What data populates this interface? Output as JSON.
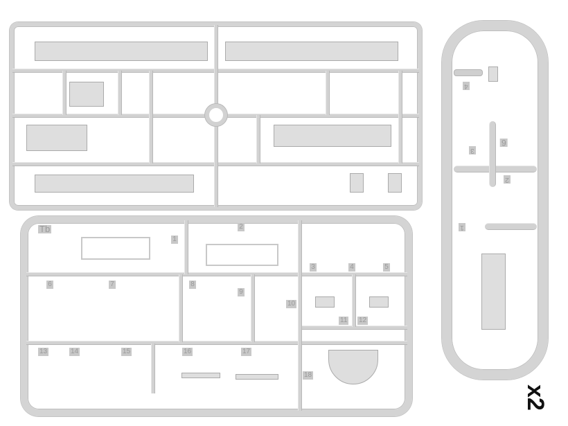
{
  "multiplier": "x2",
  "sprue_tb": {
    "code": "Tb",
    "labels": [
      "1",
      "2",
      "3",
      "4",
      "5",
      "6",
      "7",
      "8",
      "9",
      "10",
      "11",
      "12",
      "13",
      "14",
      "15",
      "16",
      "17",
      "18"
    ]
  },
  "sprue_small": {
    "labels": [
      "4",
      "3",
      "6",
      "2",
      "1"
    ]
  },
  "colors": {
    "plastic": "#d4d4d4",
    "background": "#ffffff",
    "text": "#111111"
  }
}
